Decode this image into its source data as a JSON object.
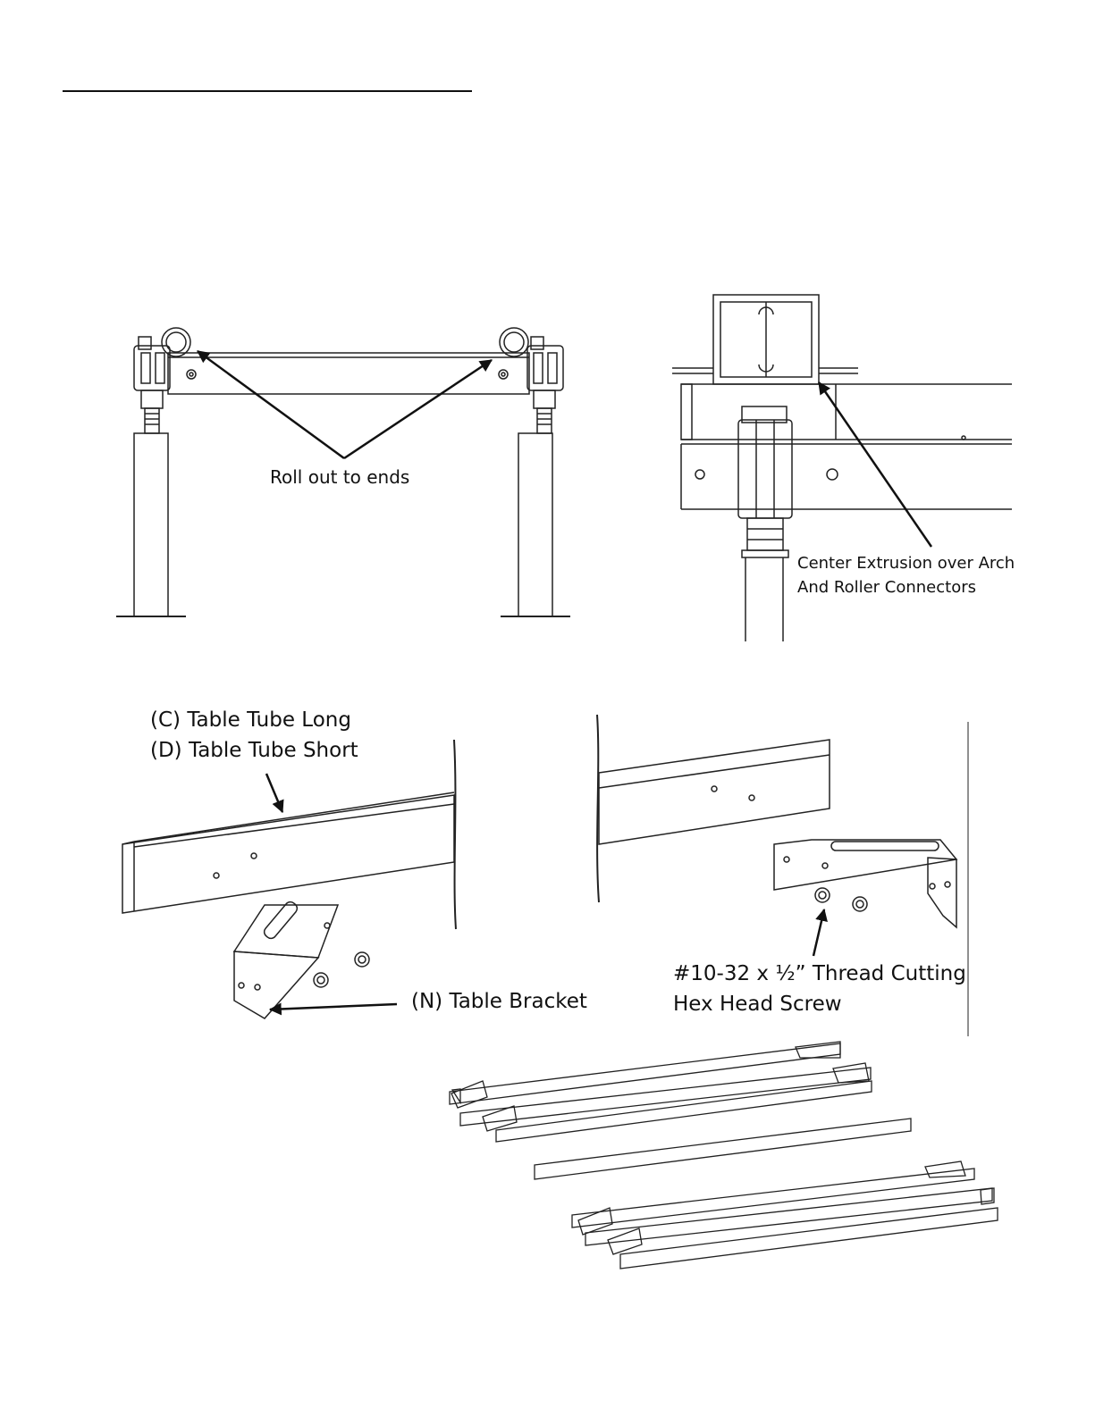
{
  "figure1": {
    "callout": "Roll out to ends"
  },
  "figure2": {
    "callout_line1": "Center Extrusion over Arch",
    "callout_line2": "And Roller Connectors"
  },
  "figure3": {
    "part_c": "(C) Table Tube Long",
    "part_d": "(D) Table Tube Short",
    "bracket": "(N) Table Bracket"
  },
  "figure4": {
    "screw_line1": "#10-32 x ½” Thread Cutting",
    "screw_line2": "Hex Head Screw"
  }
}
